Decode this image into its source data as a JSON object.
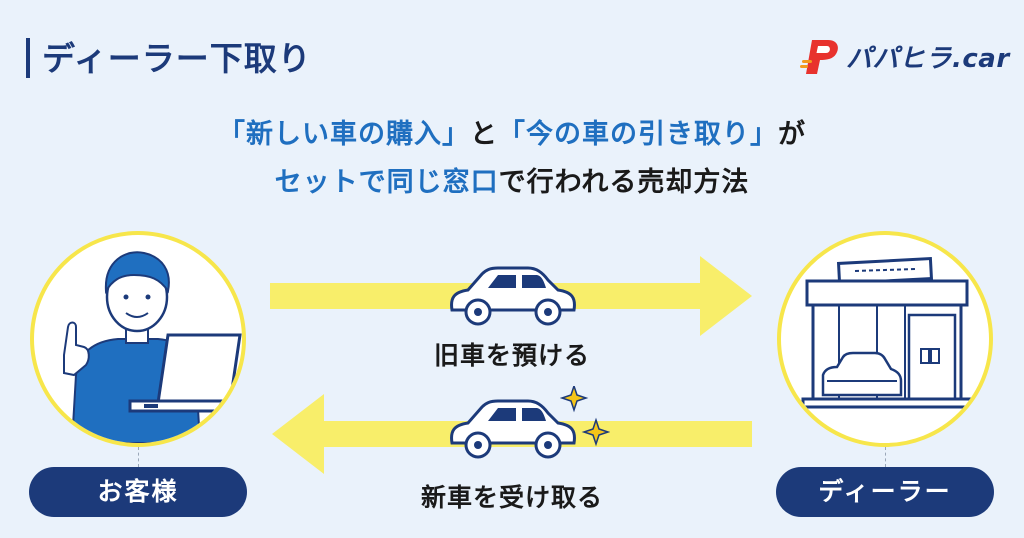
{
  "header": {
    "title": "ディーラー下取り",
    "logo_text": "パパヒラ.car"
  },
  "subtitle": {
    "line1_highlight1": "「新しい車の購入」",
    "line1_middle": "と",
    "line1_highlight2": "「今の車の引き取り」",
    "line1_end": "が",
    "line2_highlight": "セットで同じ窓口",
    "line2_end": "で行われる売却方法"
  },
  "nodes": {
    "customer_label": "お客様",
    "dealer_label": "ディーラー"
  },
  "arrows": {
    "top_label": "旧車を預ける",
    "bottom_label": "新車を受け取る"
  },
  "colors": {
    "navy": "#1c3a7a",
    "highlight_blue": "#1f6fc0",
    "arrow_yellow": "#f8ee6a",
    "background": "#eaf2fb"
  }
}
